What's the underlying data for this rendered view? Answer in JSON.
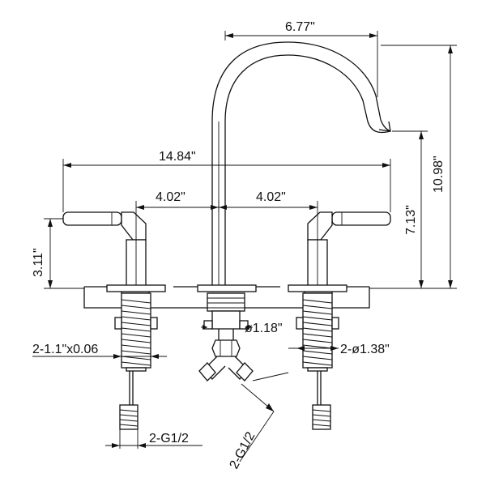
{
  "dimensions": {
    "spout_reach": "6.77\"",
    "overall_height": "10.98\"",
    "spout_height": "7.13\"",
    "overall_width": "14.84\"",
    "left_spacing": "4.02\"",
    "right_spacing": "4.02\"",
    "handle_height": "3.11\"",
    "center_hole": "ø1.18\"",
    "side_thread": "2-1.1\"x0.06",
    "side_hole": "2-ø1.38\"",
    "left_connector": "2-G1/2",
    "center_connector": "2-G1/2"
  }
}
